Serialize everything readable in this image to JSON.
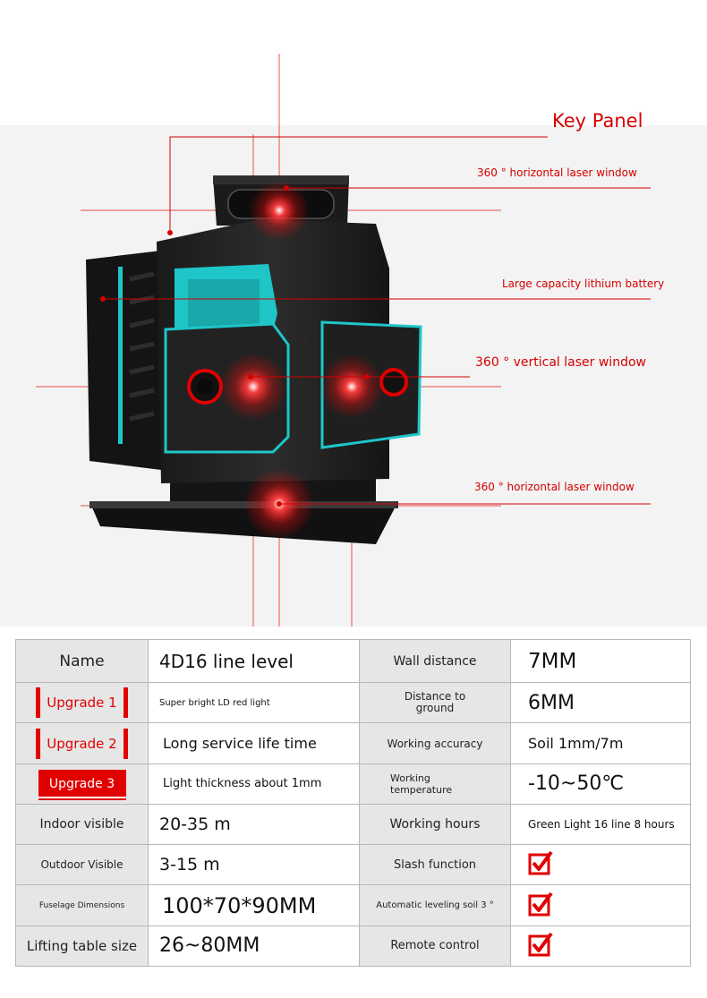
{
  "colors": {
    "accent": "#e00000",
    "label_bg": "#e6e6e6",
    "teal": "#1ec6c8"
  },
  "callouts": {
    "key_panel": "Key Panel",
    "horizontal_top": "360 ° horizontal laser window",
    "battery": "Large capacity lithium battery",
    "vertical": "360 ° vertical laser window",
    "horizontal_bottom": "360 ° horizontal laser window"
  },
  "table": {
    "rows": [
      {
        "left_label": "Name",
        "left_value": "4D16 line level",
        "right_label": "Wall distance",
        "right_value": "7MM"
      },
      {
        "left_label": "Upgrade 1",
        "left_value": "Super bright LD red light",
        "right_label": "Distance to ground",
        "right_value": "6MM"
      },
      {
        "left_label": "Upgrade 2",
        "left_value": "Long service life time",
        "right_label": "Working accuracy",
        "right_value": "Soil 1mm/7m"
      },
      {
        "left_label": "Upgrade 3",
        "left_value": "Light thickness about 1mm",
        "right_label": "Working temperature",
        "right_value": "-10~50℃"
      },
      {
        "left_label": "Indoor visible",
        "left_value": "20-35 m",
        "right_label": "Working hours",
        "right_value": "Green Light 16 line 8 hours"
      },
      {
        "left_label": "Outdoor Visible",
        "left_value": "3-15 m",
        "right_label": "Slash function",
        "right_value": "check-icon"
      },
      {
        "left_label": "Fuselage Dimensions",
        "left_value": "100*70*90MM",
        "right_label": "Automatic leveling soil 3 °",
        "right_value": "check-icon"
      },
      {
        "left_label": "Lifting table size",
        "left_value": "26~80MM",
        "right_label": "Remote control",
        "right_value": "check-icon"
      }
    ]
  }
}
